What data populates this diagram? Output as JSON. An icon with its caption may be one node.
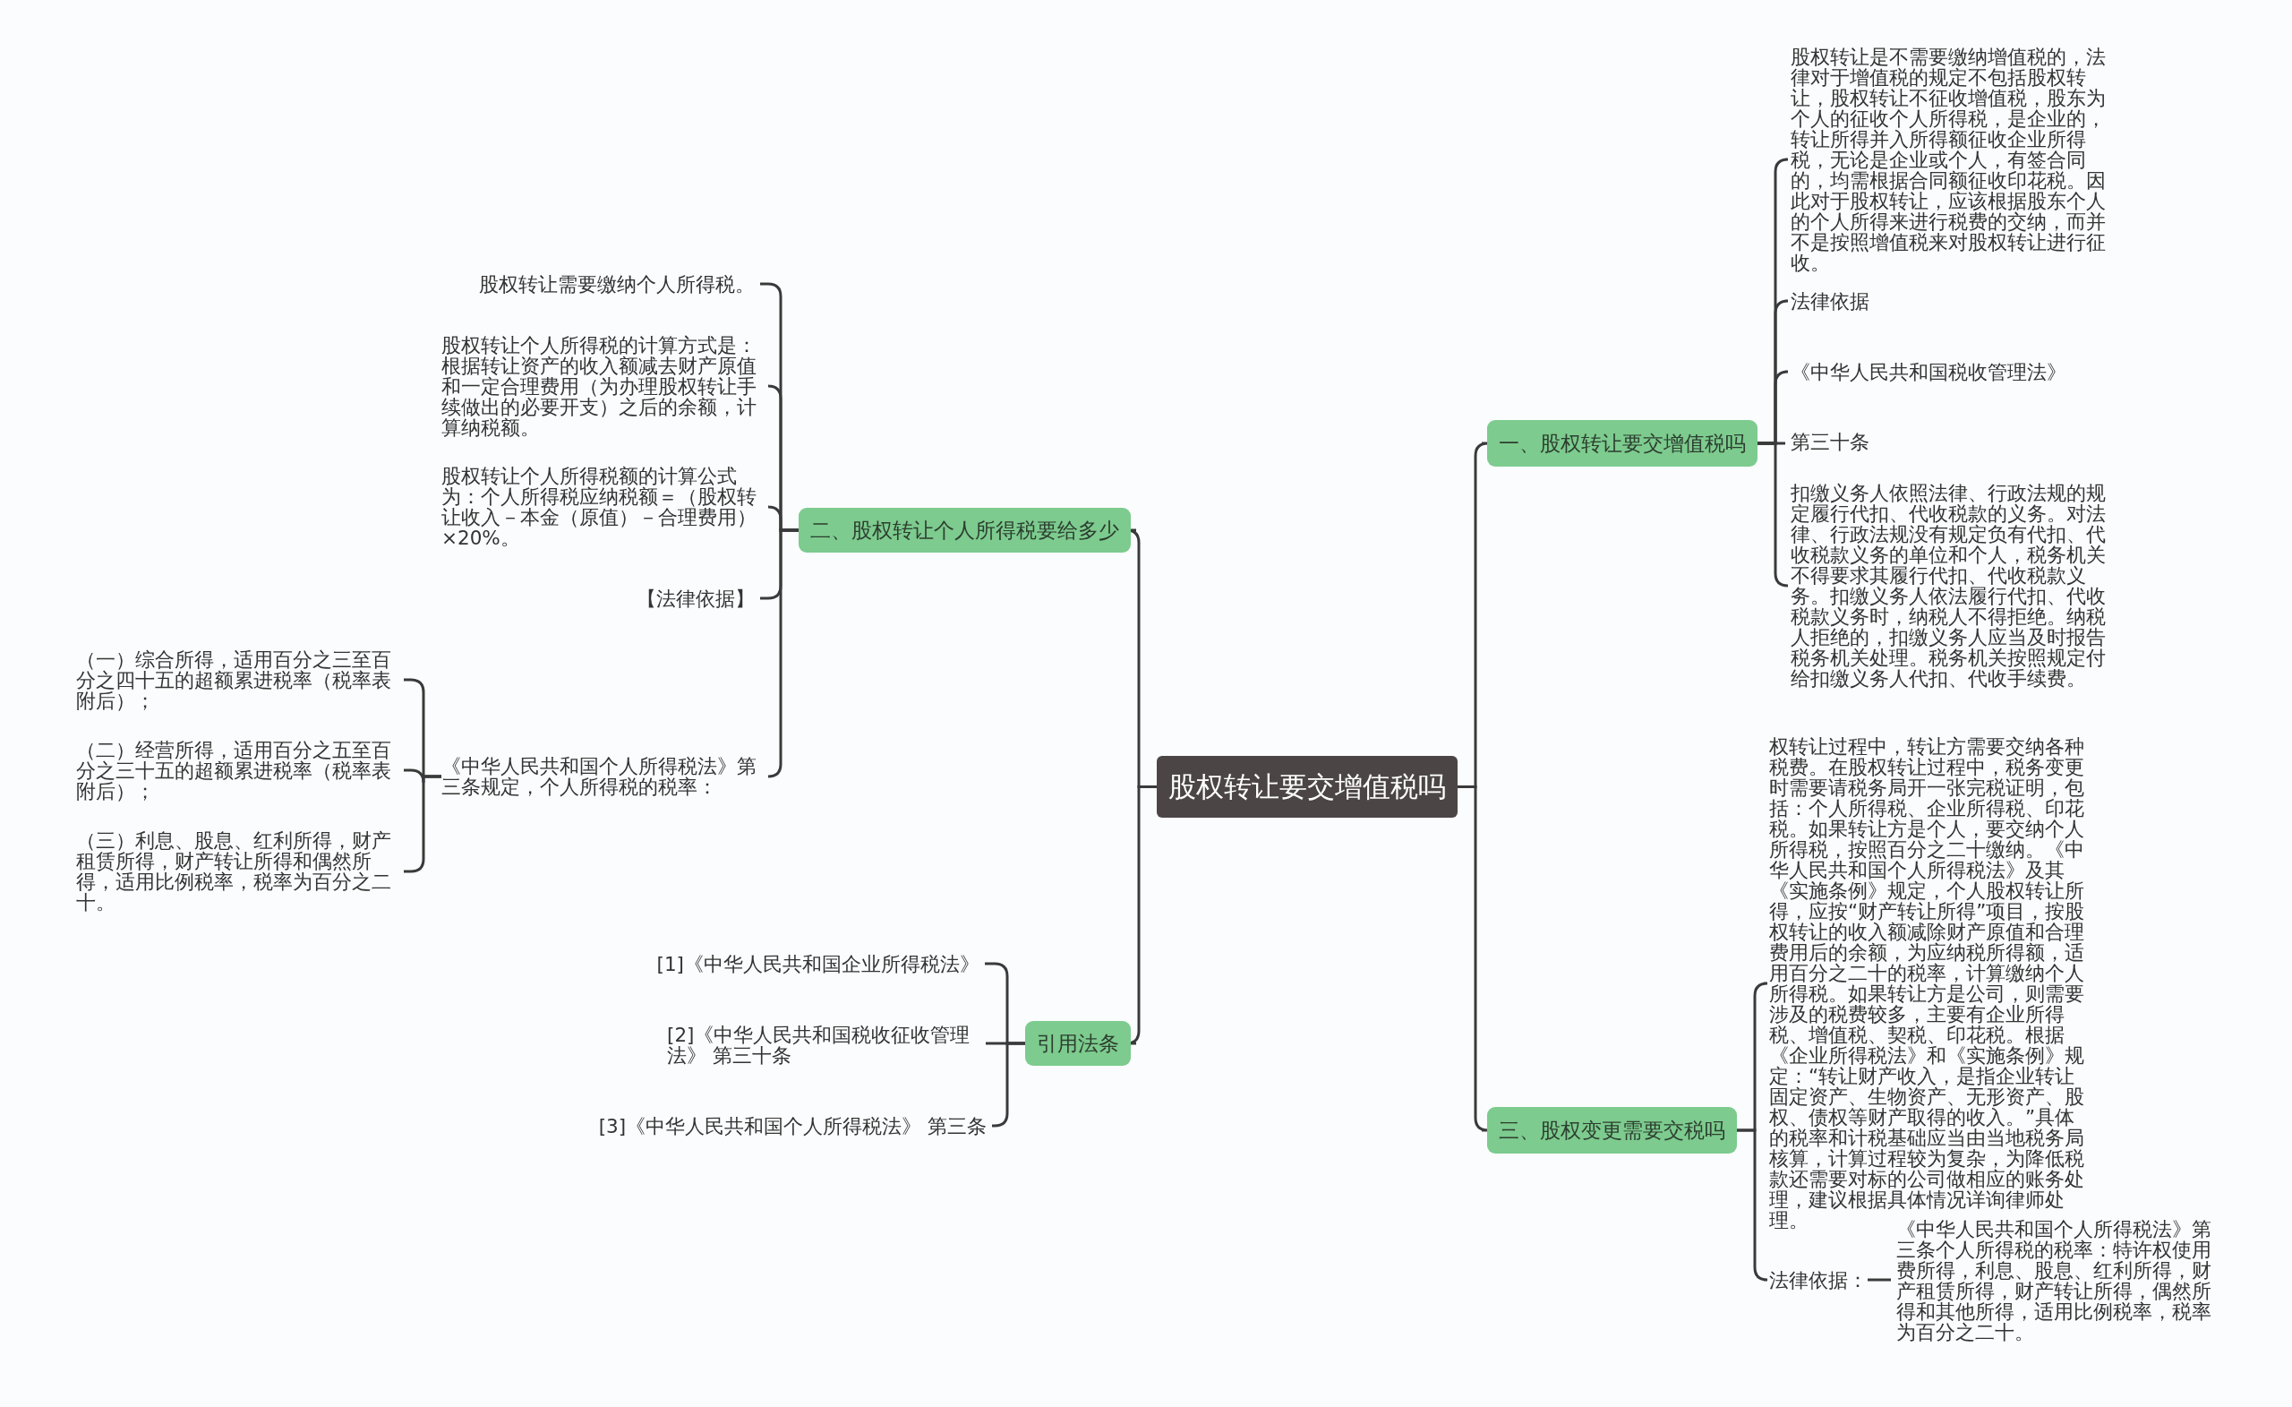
{
  "diagram": {
    "nodes": [
      {
        "text": [
          "股权转让要交增值税吗"
        ]
      },
      {
        "text": [
          "一、股权转让要交增值税吗"
        ]
      },
      {
        "text": [
          "股权转让是不需要缴纳增值税的，法律对于增值税的规定不包括股权转让，股权转让不征收增值税，股东为个人的征收个人所得税，是企业的，转让所得并入所得额征收企业所得税，无论是企业或个人，有签合同的，均需根据合同额征收印花税。因此对于股权转让，应该根据股东个人的个人所得来进行税费的交纳，而并不是按照增值税来对股权转让进行征收。"
        ]
      },
      {
        "text": [
          "法律依据"
        ]
      },
      {
        "text": [
          "《中华人民共和国税收管理法》"
        ]
      },
      {
        "text": [
          "第三十条"
        ]
      },
      {
        "text": [
          "扣缴义务人依照法律、行政法规的规定履行代扣、代收税款的义务。对法律、行政法规没有规定负有代扣、代收税款义务的单位和个人，税务机关不得要求其履行代扣、代收税款义务。扣缴义务人依法履行代扣、代收税款义务时，纳税人不得拒绝。纳税人拒绝的，扣缴义务人应当及时报告税务机关处理。税务机关按照规定付给扣缴义务人代扣、代收手续费。"
        ]
      },
      {
        "text": [
          "二、股权转让个人所得税要给多少"
        ]
      },
      {
        "text": [
          "股权转让需要缴纳个人所得税。"
        ]
      },
      {
        "text": [
          "股权转让个人所得税的计算方式是：根据转让资产的收入额减去财产原值和一定合理费用（为办理股权转让手续做出的必要开支）之后的余额，计算纳税额。"
        ]
      },
      {
        "text": [
          "股权转让个人所得税额的计算公式为：个人所得税应纳税额＝（股权转让收入－本金（原值）－合理费用）×20%。"
        ]
      },
      {
        "text": [
          "【法律依据】"
        ]
      },
      {
        "text": [
          "《中华人民共和国个人所得税法》第三条规定，个人所得税的税率："
        ]
      },
      {
        "text": [
          "（一）综合所得，适用百分之三至百分之四十五的超额累进税率（税率表附后）；"
        ]
      },
      {
        "text": [
          "（二）经营所得，适用百分之五至百分之三十五的超额累进税率（税率表附后）；"
        ]
      },
      {
        "text": [
          "（三）利息、股息、红利所得，财产租赁所得，财产转让所得和偶然所得，适用比例税率，税率为百分之二十。"
        ]
      },
      {
        "text": [
          "引用法条"
        ]
      },
      {
        "text": [
          "[1]《中华人民共和国企业所得税法》"
        ]
      },
      {
        "text": [
          "[2]《中华人民共和国税收征收管理法》 第三十条"
        ]
      },
      {
        "text": [
          "[3]《中华人民共和国个人所得税法》 第三条"
        ]
      },
      {
        "text": [
          "三、股权变更需要交税吗"
        ]
      },
      {
        "text": [
          "权转让过程中，转让方需要交纳各种税费。在股权转让过程中，税务变更时需要请税务局开一张完税证明，包括：个人所得税、企业所得税、印花税。如果转让方是个人，要交纳个人所得税，按照百分之二十缴纳。《中华人民共和国个人所得税法》及其《实施条例》规定，个人股权转让所得，应按“财产转让所得”项目，按股权转让的收入额减除财产原值和合理费用后的余额，为应纳税所得额，适用百分之二十的税率，计算缴纳个人所得税。如果转让方是公司，则需要涉及的税费较多，主要有企业所得税、增值税、契税、印花税。根据《企业所得税法》和《实施条例》规定：“转让财产收入，是指企业转让固定资产、生物资产、无形资产、股权、债权等财产取得的收入。”具体的税率和计税基础应当由当地税务局核算，计算过程较为复杂，为降低税款还需要对标的公司做相应的账务处理，建议根据具体情况详询律师处理。"
        ]
      },
      {
        "text": [
          "法律依据："
        ]
      },
      {
        "text": [
          "《中华人民共和国个人所得税法》第三条个人所得税的税率：特许权使用费所得，利息、股息、红利所得，财产租赁所得，财产转让所得，偶然所得和其他所得，适用比例税率，税率为百分之二十。"
        ]
      }
    ],
    "edges": [
      {
        "from": 0,
        "to": 1,
        "arrow": "none"
      },
      {
        "from": 0,
        "to": 7,
        "arrow": "none"
      },
      {
        "from": 0,
        "to": 16,
        "arrow": "none"
      },
      {
        "from": 0,
        "to": 20,
        "arrow": "none"
      },
      {
        "from": 1,
        "to": 2,
        "arrow": "none"
      },
      {
        "from": 1,
        "to": 3,
        "arrow": "none"
      },
      {
        "from": 1,
        "to": 4,
        "arrow": "none"
      },
      {
        "from": 1,
        "to": 5,
        "arrow": "none"
      },
      {
        "from": 1,
        "to": 6,
        "arrow": "none"
      },
      {
        "from": 7,
        "to": 8,
        "arrow": "none"
      },
      {
        "from": 7,
        "to": 9,
        "arrow": "none"
      },
      {
        "from": 7,
        "to": 10,
        "arrow": "none"
      },
      {
        "from": 7,
        "to": 11,
        "arrow": "none"
      },
      {
        "from": 7,
        "to": 12,
        "arrow": "none"
      },
      {
        "from": 12,
        "to": 13,
        "arrow": "none"
      },
      {
        "from": 12,
        "to": 14,
        "arrow": "none"
      },
      {
        "from": 12,
        "to": 15,
        "arrow": "none"
      },
      {
        "from": 16,
        "to": 17,
        "arrow": "none"
      },
      {
        "from": 16,
        "to": 18,
        "arrow": "none"
      },
      {
        "from": 16,
        "to": 19,
        "arrow": "none"
      },
      {
        "from": 20,
        "to": 21,
        "arrow": "none"
      },
      {
        "from": 20,
        "to": 22,
        "arrow": "none"
      },
      {
        "from": 22,
        "to": 23,
        "arrow": "none"
      }
    ]
  }
}
